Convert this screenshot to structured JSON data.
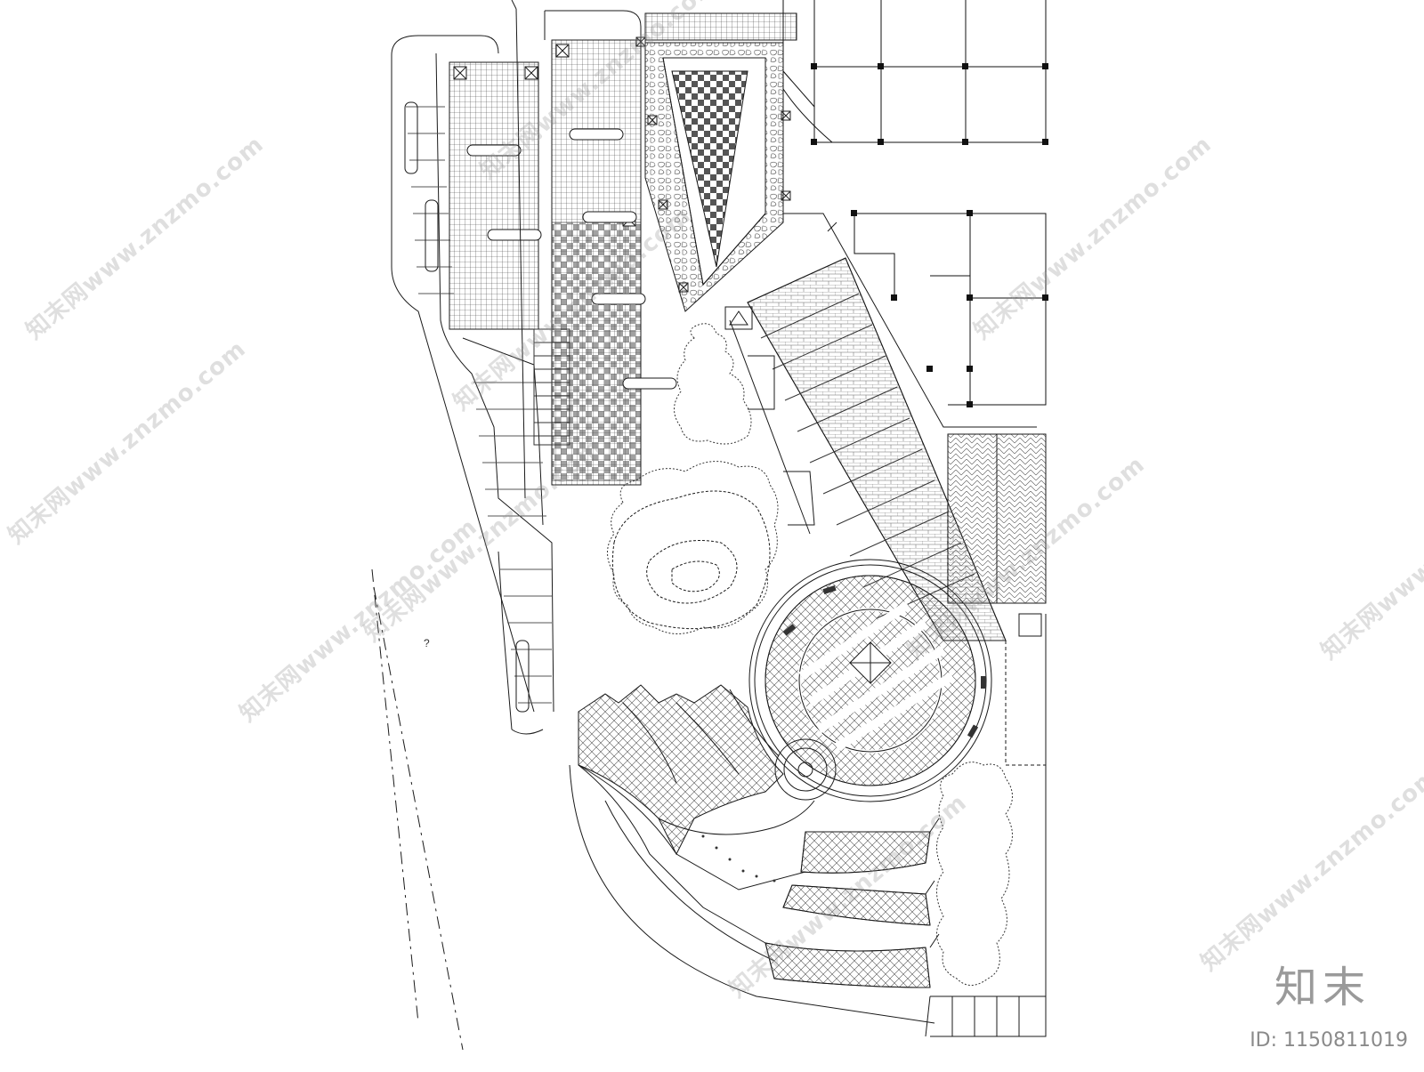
{
  "drawing": {
    "stroke_color": "#1a1a1a",
    "hatch_color": "#555555",
    "tree_color": "#333333",
    "unknown_label": "?"
  },
  "watermark": {
    "text": "知末网www.znzmo.com",
    "brand": "知末",
    "id_label": "ID: 1150811019"
  }
}
